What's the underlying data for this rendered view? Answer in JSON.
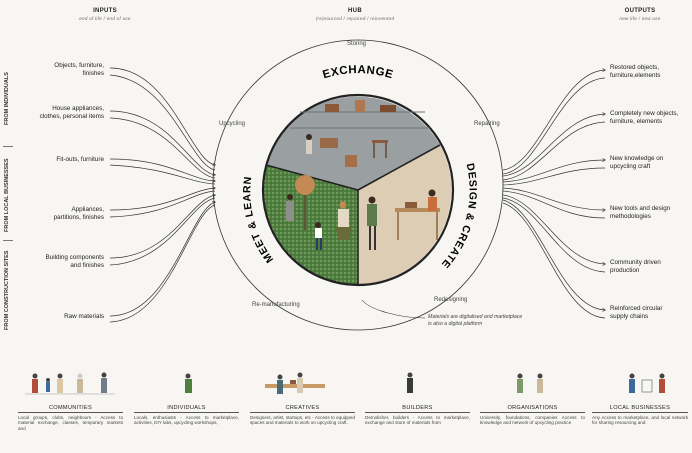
{
  "headers": {
    "inputs": {
      "title": "INPUTS",
      "sub": "end of life / end of use"
    },
    "hub": {
      "title": "HUB",
      "sub": "(re)sourced / repaired / reinvented"
    },
    "outputs": {
      "title": "OUTPUTS",
      "sub": "new life / new use"
    }
  },
  "side_labels": [
    "FROM INDIVIDUALS",
    "FROM LOCAL BUSINESSES",
    "FROM CONSTRUCTION SITES"
  ],
  "inputs": [
    {
      "l1": "Objects, furniture,",
      "l2": "finishes"
    },
    {
      "l1": "House appliances,",
      "l2": "clothes, personal items"
    },
    {
      "l1": "Fit-outs, furniture",
      "l2": ""
    },
    {
      "l1": "Appliances,",
      "l2": "partitions, finishes"
    },
    {
      "l1": "Building components",
      "l2": "and finishes"
    },
    {
      "l1": "Raw materials",
      "l2": ""
    }
  ],
  "outputs": [
    {
      "l1": "Restored objects,",
      "l2": "furniture,elements"
    },
    {
      "l1": "Completely new objects,",
      "l2": "furniture, elements"
    },
    {
      "l1": "New knowledge on",
      "l2": "upcycling craft"
    },
    {
      "l1": "New tools and design",
      "l2": "methodologies"
    },
    {
      "l1": "Community driven",
      "l2": "production"
    },
    {
      "l1": "Reinforced circular",
      "l2": "supply chains"
    }
  ],
  "ring": {
    "storing": "Storing",
    "upcycling": "Upcycling",
    "repairing": "Repairing",
    "remanufacturing": "Re-manufacturing",
    "redesigning": "Redesigning"
  },
  "segments": {
    "exchange": "EXCHANGE",
    "design": "DESIGN & CREATE",
    "meet": "MEET & LEARN"
  },
  "note": {
    "l1": "Materials are digitalised and marketplace",
    "l2": "is also a digital platform"
  },
  "personas": [
    {
      "name": "COMMUNITIES",
      "desc": "Local groups, clubs, neighbours - Access to material exchange, classes, temporary markets and"
    },
    {
      "name": "INDIVIDUALS",
      "desc": "Locals, enthusiasts - Access to marketplace, activities, DIY labs, upcycling workshops,"
    },
    {
      "name": "CREATIVES",
      "desc": "Designers, artist, startups, etc - Access to equipped spaces and materials to work on upcycling craft."
    },
    {
      "name": "BUILDERS",
      "desc": "Demolisher, builders - Access to marketplace, exchange and store of materials from"
    },
    {
      "name": "ORGANISATIONS",
      "desc": "University, foundations, companies Access to knowledge and network of upcycling practice"
    },
    {
      "name": "LOCAL BUSINESSES",
      "desc": "Any Access to marketplace, and local network for sharing resourcing and"
    }
  ],
  "colors": {
    "exchange": "#9aa0a2",
    "design": "#d9c9b0",
    "meet": "#4f7f3f",
    "accent": "#8a5a3a"
  }
}
